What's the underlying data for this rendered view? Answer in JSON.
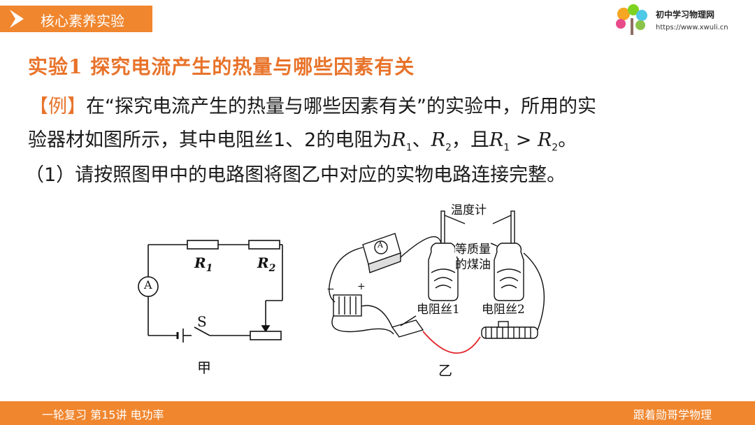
{
  "header": {
    "section": "核心素养实验"
  },
  "logo": {
    "name": "初中学习物理网",
    "url": "https://www.xwuli.cn"
  },
  "title": "实验1  探究电流产生的热量与哪些因素有关",
  "question": {
    "tag": "【例】",
    "line1": "在“探究电流产生的热量与哪些因素有关”的实验中，所用的实",
    "line2_a": "验器材如图所示，其中电阻丝1、2的电阻为",
    "r1": "R",
    "sub1": "1",
    "sep": "、",
    "r2": "R",
    "sub2": "2",
    "line2_b": "，且",
    "gt": " > ",
    "end": "。",
    "line3": "（1）请按照图甲中的电路图将图乙中对应的实物电路连接完整。"
  },
  "figure_jia": {
    "ammeter": "A",
    "r1_label": "R",
    "r1_sub": "1",
    "r2_label": "R",
    "r2_sub": "2",
    "switch_label": "S",
    "caption": "甲"
  },
  "figure_yi": {
    "thermometer": "温度计",
    "oil_line1": "等质量",
    "oil_line2": "的煤油",
    "wire1": "电阻丝1",
    "wire2": "电阻丝2",
    "ammeter": "A",
    "minus": "−",
    "plus": "+",
    "caption": "乙"
  },
  "footer": {
    "left": "一轮复习  第15讲 电功率",
    "right": "跟着勋哥学物理"
  },
  "colors": {
    "accent": "#e8732a",
    "footer": "#f0862e",
    "banner": "#f0862e"
  }
}
